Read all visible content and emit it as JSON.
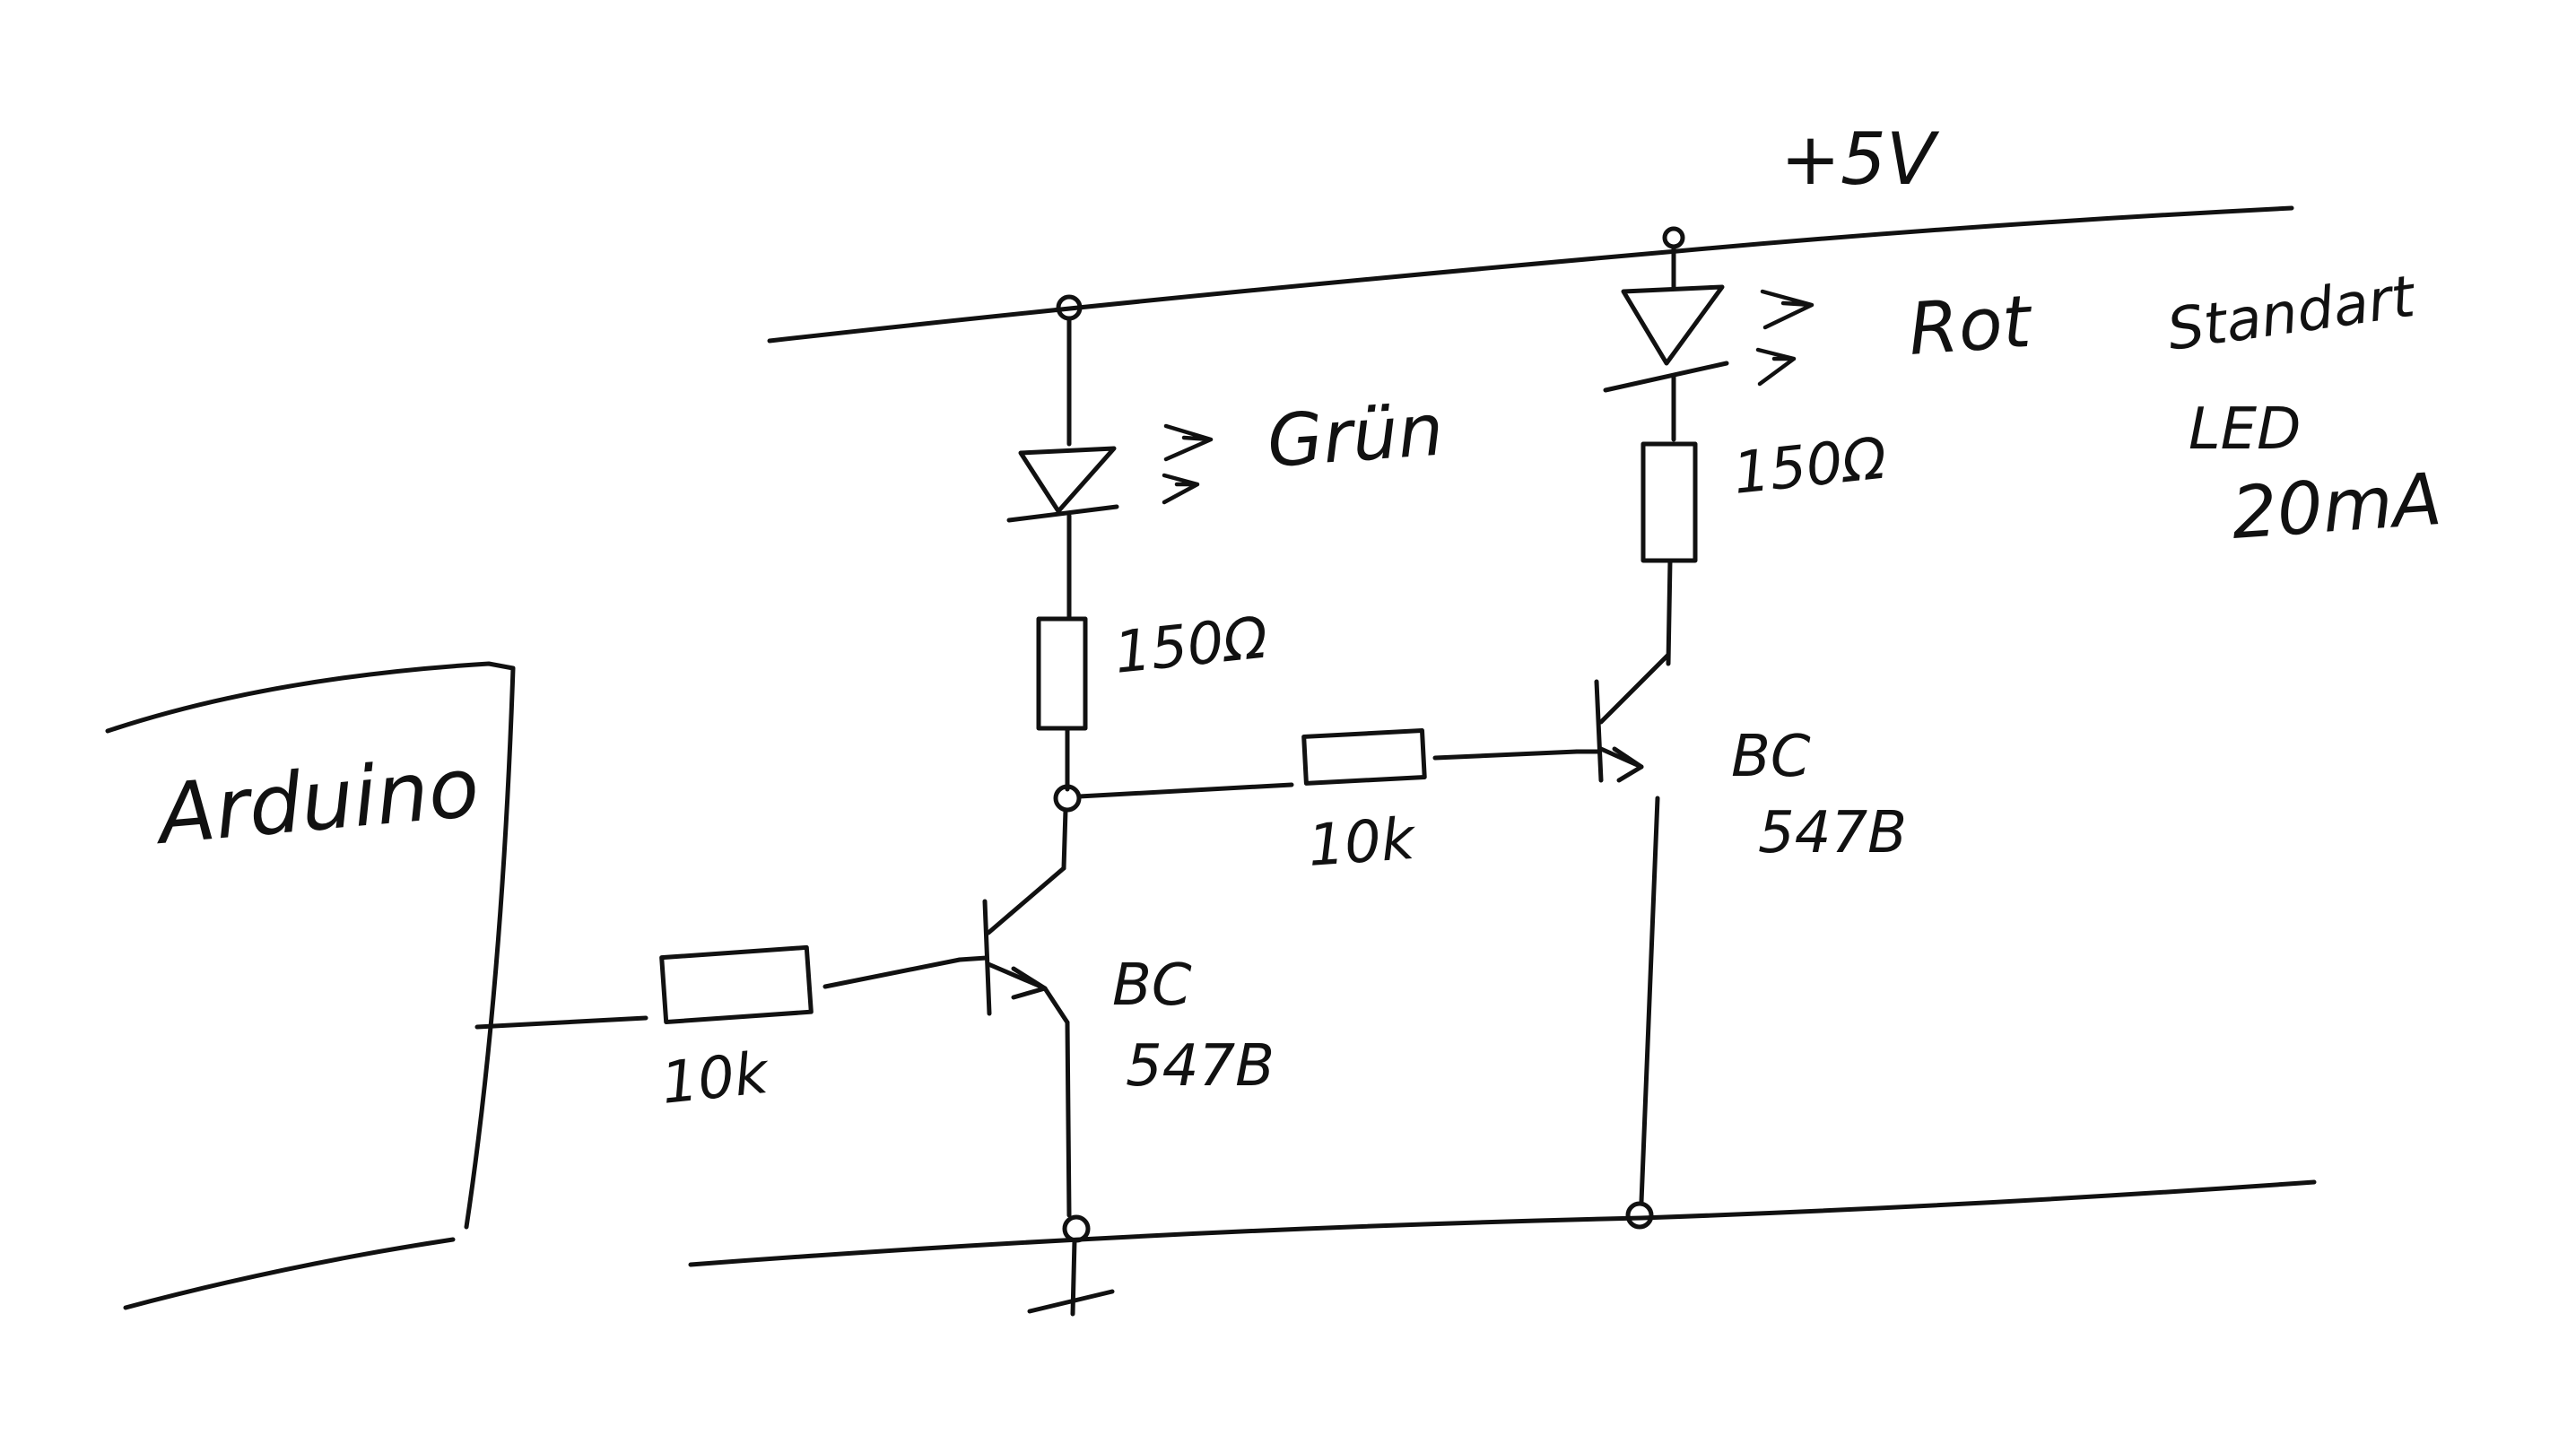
{
  "diagram": {
    "supply_label": "+5V",
    "arduino_label": "Arduino",
    "led_green": {
      "color_label": "Grün",
      "resistor": "150Ω"
    },
    "led_red": {
      "color_label": "Rot",
      "resistor": "150Ω"
    },
    "base_resistor_1": "10k",
    "base_resistor_2": "10k",
    "transistor_1": {
      "line1": "BC",
      "line2": "547B"
    },
    "transistor_2": {
      "line1": "BC",
      "line2": "547B"
    },
    "note": {
      "line1": "Standart",
      "line2": "LED",
      "line3": "20mA"
    }
  }
}
